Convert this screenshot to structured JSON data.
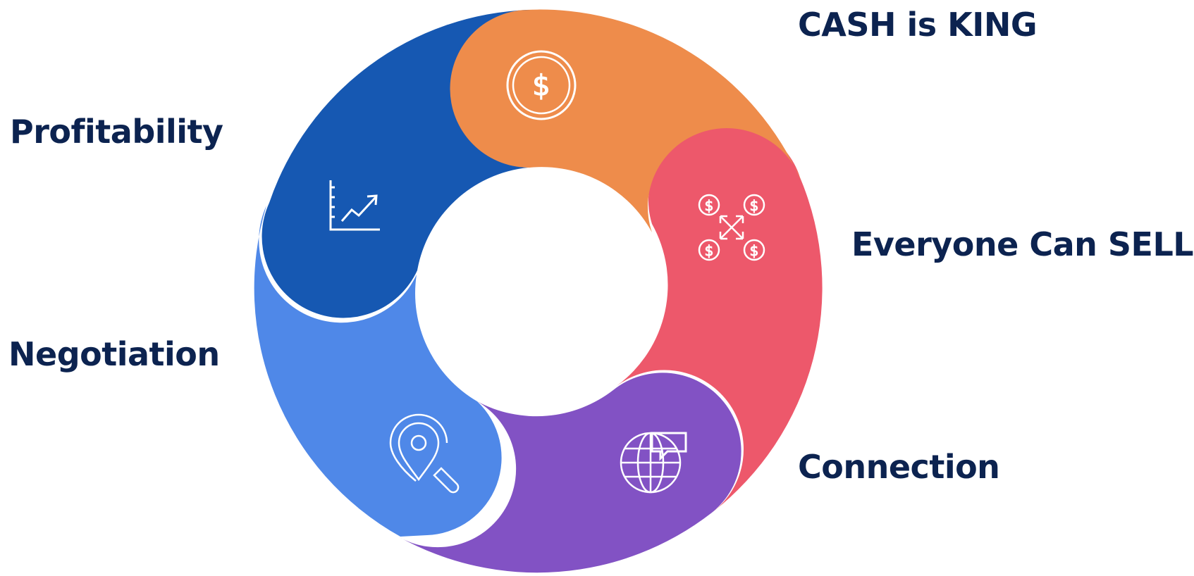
{
  "colors": {
    "label_text": "#0c2350",
    "cash_segment": "#ee8c4b",
    "sell_segment": "#ed586b",
    "connection_segment": "#8252c4",
    "negotiation_segment": "#4f88e8",
    "profitability_segment": "#1658b2",
    "icon_stroke": "#ffffff"
  },
  "segments": [
    {
      "key": "cash",
      "label": "CASH is KING",
      "icon": "dollar-coin-icon"
    },
    {
      "key": "sell",
      "label": "Everyone Can SELL",
      "icon": "dollar-network-arrows-icon"
    },
    {
      "key": "connection",
      "label": "Connection",
      "icon": "globe-speech-bubble-icon"
    },
    {
      "key": "negotiation",
      "label": "Negotiation",
      "icon": "location-search-icon"
    },
    {
      "key": "profitability",
      "label": "Profitability",
      "icon": "growth-chart-icon"
    }
  ]
}
